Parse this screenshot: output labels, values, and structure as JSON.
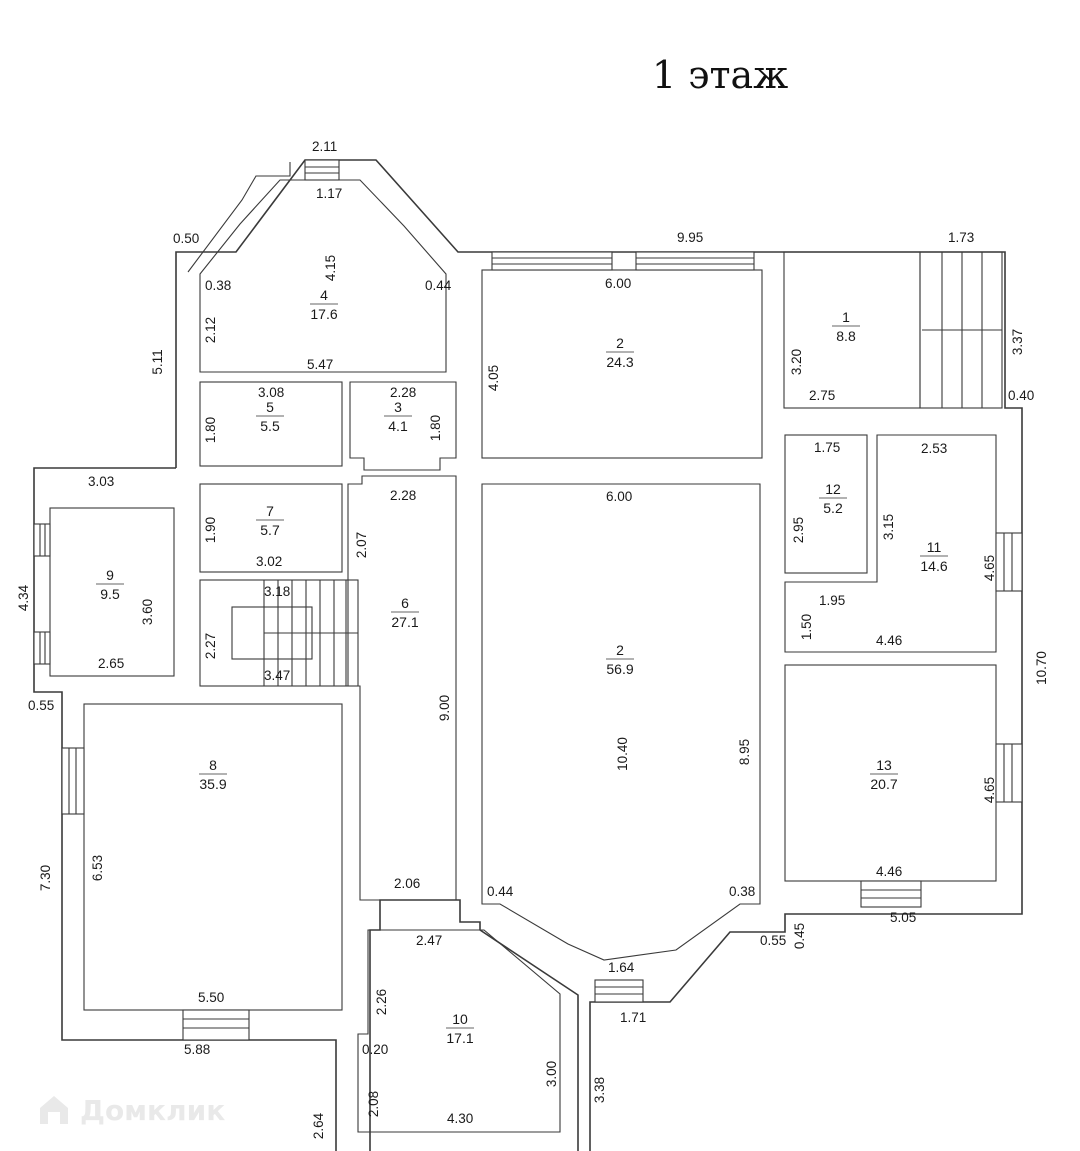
{
  "title": "1 этаж",
  "watermark": "Домклик",
  "rooms": [
    {
      "id": "room-1",
      "number": "1",
      "area": "8.8"
    },
    {
      "id": "room-2a",
      "number": "2",
      "area": "24.3"
    },
    {
      "id": "room-2b",
      "number": "2",
      "area": "56.9"
    },
    {
      "id": "room-3",
      "number": "3",
      "area": "4.1"
    },
    {
      "id": "room-4",
      "number": "4",
      "area": "17.6"
    },
    {
      "id": "room-5",
      "number": "5",
      "area": "5.5"
    },
    {
      "id": "room-6",
      "number": "6",
      "area": "27.1"
    },
    {
      "id": "room-7",
      "number": "7",
      "area": "5.7"
    },
    {
      "id": "room-8",
      "number": "8",
      "area": "35.9"
    },
    {
      "id": "room-9",
      "number": "9",
      "area": "9.5"
    },
    {
      "id": "room-10",
      "number": "10",
      "area": "17.1"
    },
    {
      "id": "room-11",
      "number": "11",
      "area": "14.6"
    },
    {
      "id": "room-12",
      "number": "12",
      "area": "5.2"
    },
    {
      "id": "room-13",
      "number": "13",
      "area": "20.7"
    }
  ],
  "dimensions": {
    "bay_top_outer": "2.11",
    "bay_top_inner": "1.17",
    "bay_left_corner": "0.50",
    "r4_height": "4.15",
    "r4_left_corner": "0.38",
    "r4_right_corner": "0.44",
    "r4_side": "2.12",
    "r4_width": "5.47",
    "left_wall": "5.11",
    "r5_width": "3.08",
    "r5_height": "1.80",
    "r3_width": "2.28",
    "r3_height": "1.80",
    "r7_height": "1.90",
    "r7_width": "3.02",
    "r7_side": "2.07",
    "corridor_width": "2.28",
    "r9_top": "3.03",
    "r9_outer": "4.34",
    "r9_height": "3.60",
    "r9_width": "2.65",
    "stair_top": "3.18",
    "stair_side": "2.27",
    "stair_bottom": "3.47",
    "corridor_length": "9.00",
    "corridor_bottom": "2.06",
    "corner_055_left": "0.55",
    "r8_outer": "7.30",
    "r8_height": "6.53",
    "r8_width": "5.50",
    "r8_outer_width": "5.88",
    "r10_top": "2.47",
    "r10_side_top": "2.26",
    "r10_notch": "0.20",
    "r10_side_bottom": "2.08",
    "r10_width": "4.30",
    "r10_right": "3.00",
    "porch_left": "2.64",
    "porch_right": "3.38",
    "top_wall": "9.95",
    "r2a_width": "6.00",
    "r2a_height": "4.05",
    "r1_width_top": "1.73",
    "r1_height": "3.20",
    "r1_width": "2.75",
    "porch_height": "3.37",
    "porch_corner": "0.40",
    "r2b_width": "6.00",
    "r2b_height": "10.40",
    "r2b_right": "8.95",
    "r2b_corner_left": "0.44",
    "r2b_corner_right": "0.38",
    "bay_bottom_inner": "1.64",
    "bay_bottom_outer": "1.71",
    "r12_width": "1.75",
    "r12_height": "2.95",
    "r11_width_top": "2.53",
    "r11_side": "3.15",
    "r11_height": "4.65",
    "r11_door": "1.95",
    "r11_step": "1.50",
    "r11_width": "4.46",
    "right_wall": "10.70",
    "r13_height": "4.65",
    "r13_width": "4.46",
    "r13_outer_width": "5.05",
    "corner_045": "0.45",
    "corner_055_right": "0.55"
  }
}
